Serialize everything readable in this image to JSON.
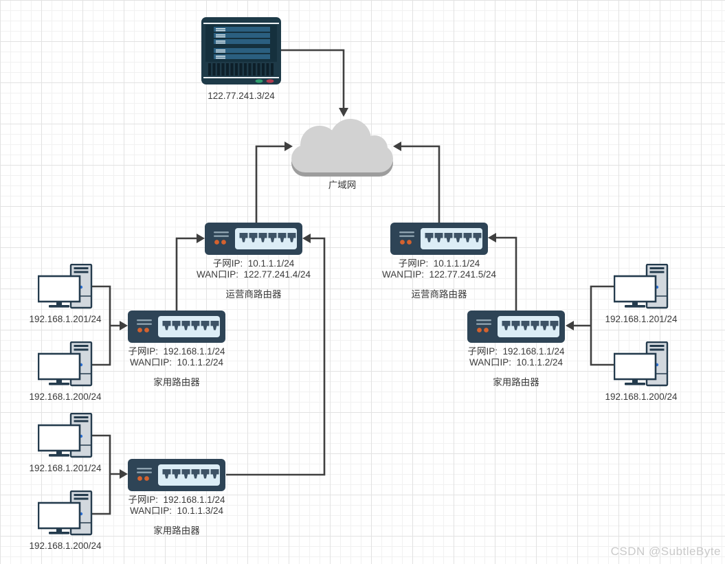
{
  "watermark": "CSDN @SubtleByte",
  "diagram": {
    "server": {
      "label": "122.77.241.3/24"
    },
    "cloud": {
      "label": "广域网"
    },
    "routers": {
      "isp_left": {
        "line1": "子网IP:  10.1.1.1/24",
        "line2": "WAN口IP:  122.77.241.4/24",
        "name": "运营商路由器"
      },
      "isp_right": {
        "line1": "子网IP:  10.1.1.1/24",
        "line2": "WAN口IP:  122.77.241.5/24",
        "name": "运营商路由器"
      },
      "home_left": {
        "line1": "子网IP:  192.168.1.1/24",
        "line2": "WAN口IP:  10.1.1.2/24",
        "name": "家用路由器"
      },
      "home_right": {
        "line1": "子网IP:  192.168.1.1/24",
        "line2": "WAN口IP:  10.1.1.2/24",
        "name": "家用路由器"
      },
      "home_bottom": {
        "line1": "子网IP:  192.168.1.1/24",
        "line2": "WAN口IP:  10.1.1.3/24",
        "name": "家用路由器"
      }
    },
    "computers": {
      "left_top_a": {
        "label": "192.168.1.201/24"
      },
      "left_top_b": {
        "label": "192.168.1.200/24"
      },
      "left_bottom_a": {
        "label": "192.168.1.201/24"
      },
      "left_bottom_b": {
        "label": "192.168.1.200/24"
      },
      "right_a": {
        "label": "192.168.1.201/24"
      },
      "right_b": {
        "label": "192.168.1.200/24"
      }
    },
    "colors": {
      "router_body": "#2e4456",
      "router_panel": "#dcedf6",
      "port": "#3d5265",
      "accent_orange": "#d4622f",
      "server_body": "#1e3a48",
      "server_bar": "#2b5f80",
      "led_green": "#2f9e6e",
      "led_red": "#b23a4e",
      "cloud_fill": "#d2d2d2",
      "cloud_shadow": "#9d9d9d",
      "connector": "#3f3f3f"
    }
  }
}
